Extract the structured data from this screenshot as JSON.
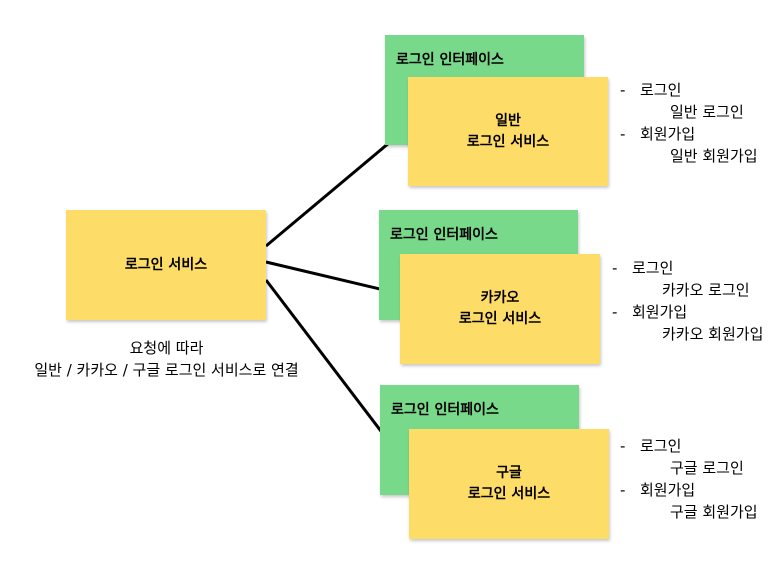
{
  "main_service": {
    "label": "로그인 서비스",
    "caption_line1": "요청에 따라",
    "caption_line2": "일반 / 카카오 / 구글 로그인 서비스로 연결"
  },
  "branches": [
    {
      "interface_label": "로그인 인터페이스",
      "service_line1": "일반",
      "service_line2": "로그인 서비스",
      "bullets": [
        {
          "dash": "-",
          "title": "로그인",
          "detail": "일반 로그인"
        },
        {
          "dash": "-",
          "title": "회원가입",
          "detail": "일반 회원가입"
        }
      ]
    },
    {
      "interface_label": "로그인 인터페이스",
      "service_line1": "카카오",
      "service_line2": "로그인 서비스",
      "bullets": [
        {
          "dash": "-",
          "title": "로그인",
          "detail": "카카오 로그인"
        },
        {
          "dash": "-",
          "title": "회원가입",
          "detail": "카카오 회원가입"
        }
      ]
    },
    {
      "interface_label": "로그인 인터페이스",
      "service_line1": "구글",
      "service_line2": "로그인 서비스",
      "bullets": [
        {
          "dash": "-",
          "title": "로그인",
          "detail": "구글 로그인"
        },
        {
          "dash": "-",
          "title": "회원가입",
          "detail": "구글 회원가입"
        }
      ]
    }
  ],
  "colors": {
    "service_note": "#fddc67",
    "interface_note": "#79d98a",
    "connector": "#000000"
  }
}
